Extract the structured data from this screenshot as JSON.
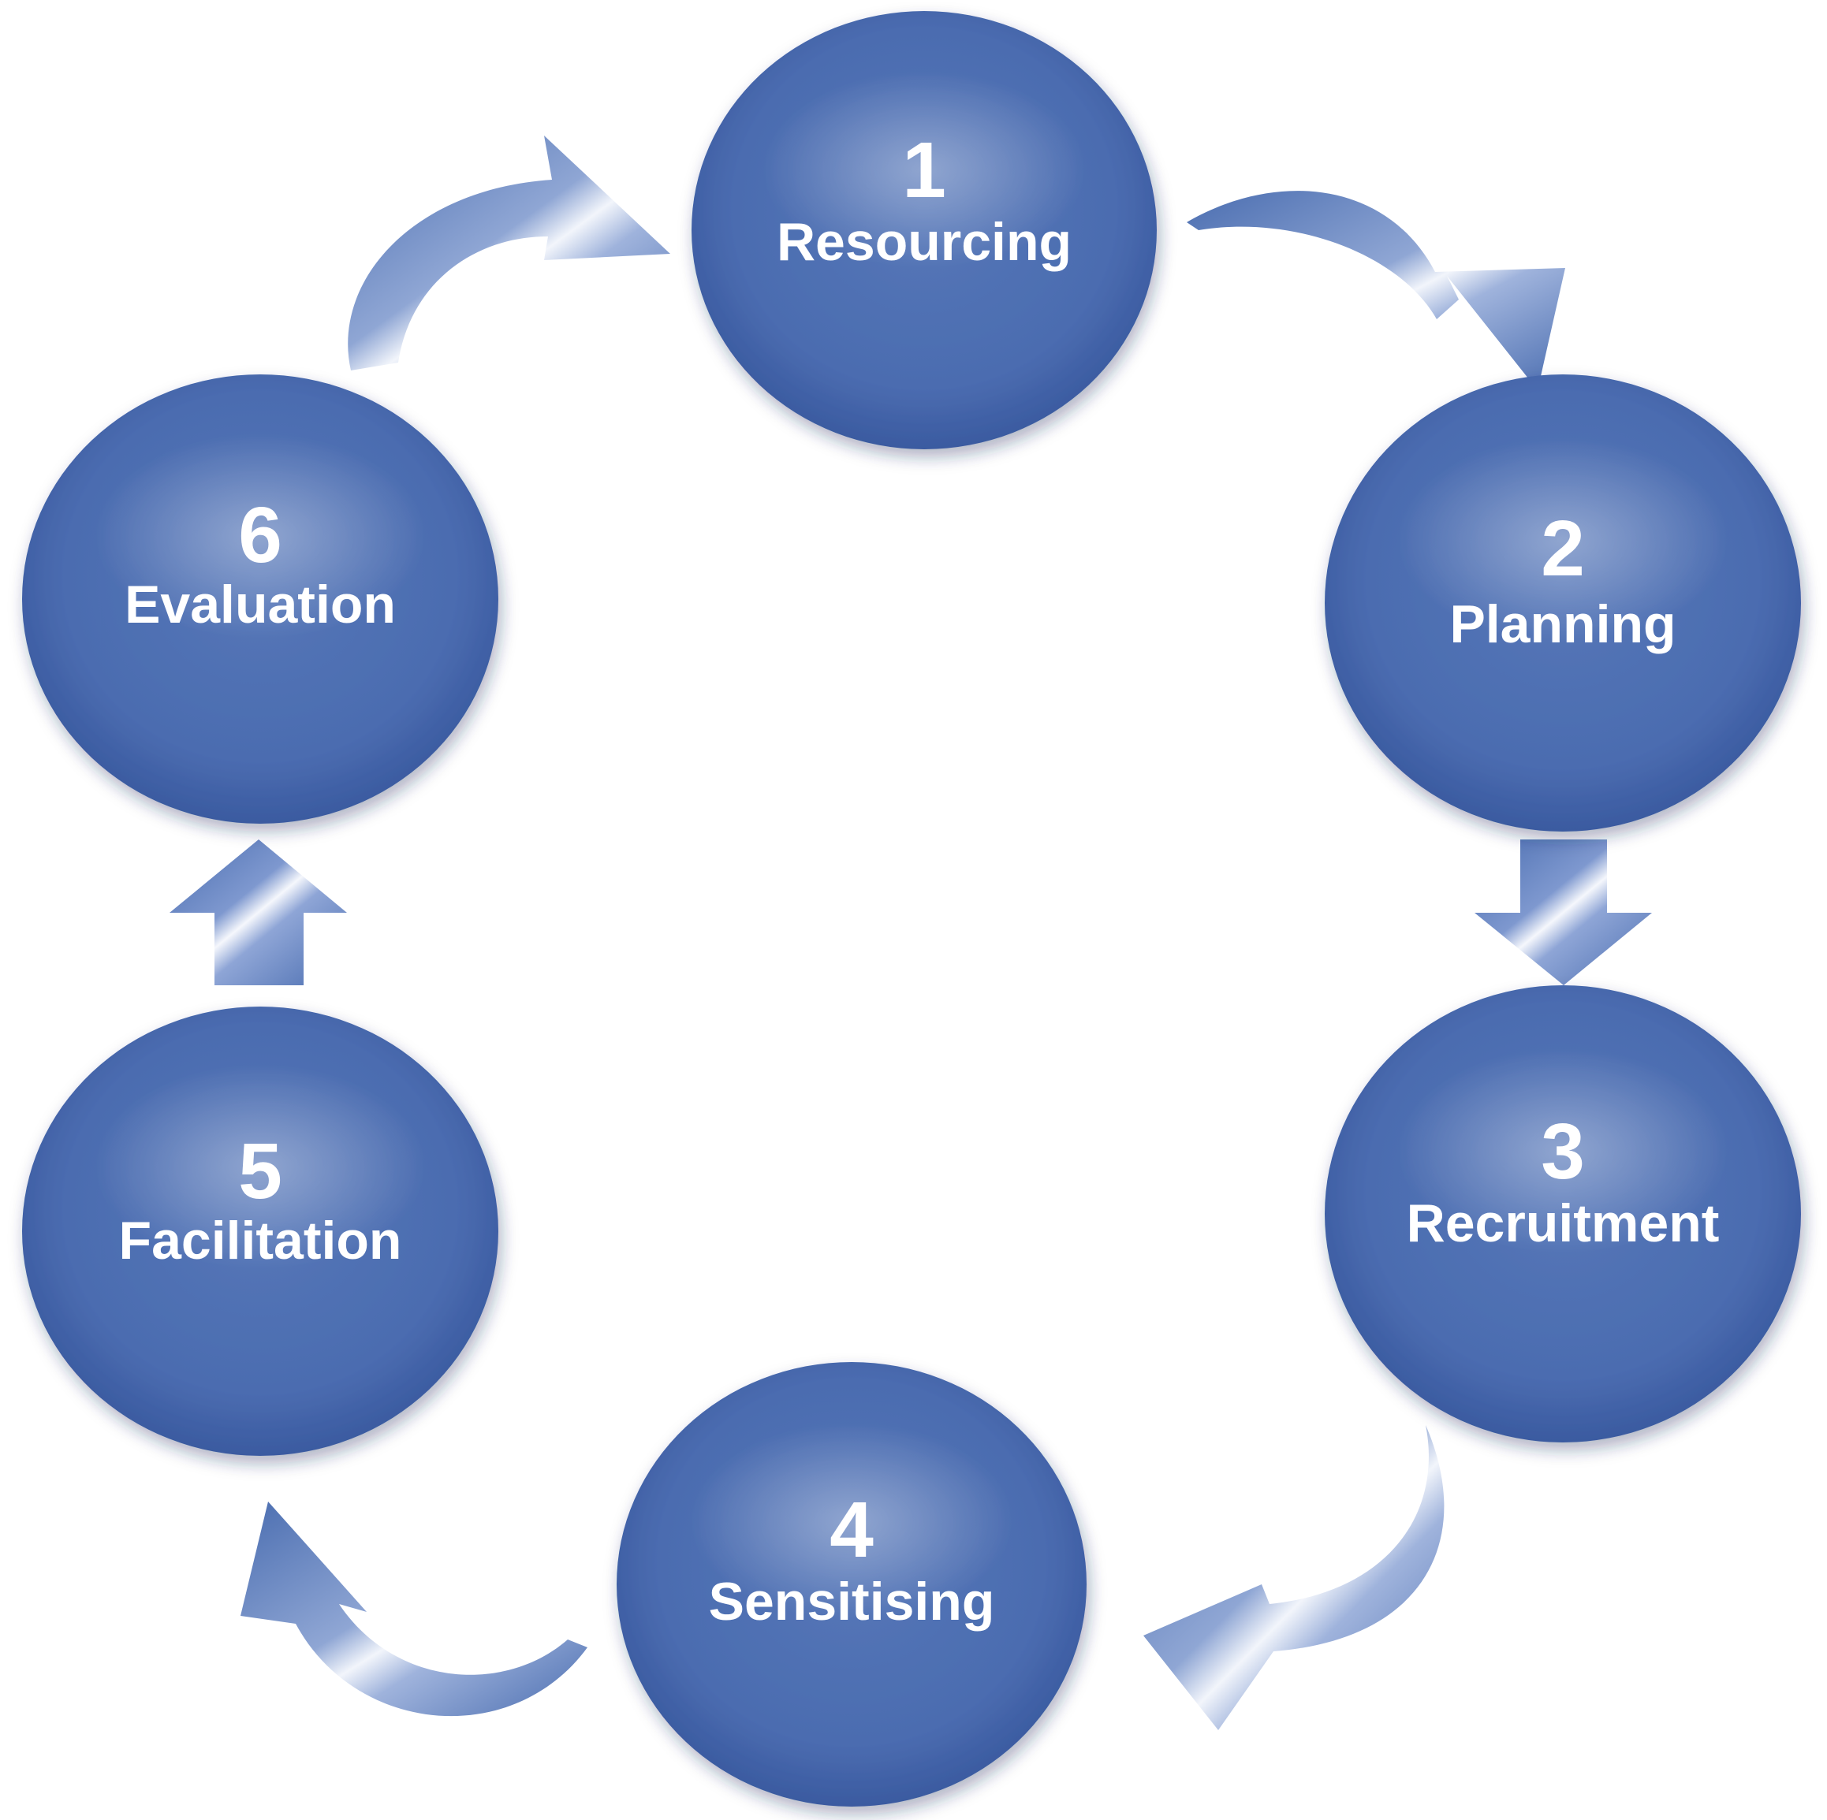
{
  "diagram": {
    "steps": [
      {
        "number": "1",
        "label": "Resourcing"
      },
      {
        "number": "2",
        "label": "Planning"
      },
      {
        "number": "3",
        "label": "Recruitment"
      },
      {
        "number": "4",
        "label": "Sensitising"
      },
      {
        "number": "5",
        "label": "Facilitation"
      },
      {
        "number": "6",
        "label": "Evaluation"
      }
    ],
    "colors": {
      "node_fill": "#4a6db0",
      "node_dark": "#2f4f94",
      "arrow_fill": "#5b7bbd",
      "text": "#ffffff"
    }
  }
}
